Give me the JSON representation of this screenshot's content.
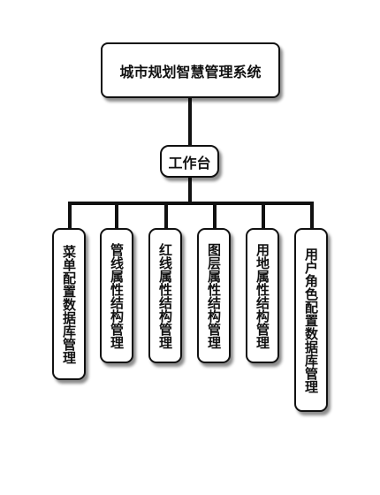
{
  "root": {
    "label": "城市规划智慧管理系统"
  },
  "hub": {
    "label": "工作台"
  },
  "leaves": [
    {
      "label": "菜单配置数据库管理"
    },
    {
      "label": "管线属性结构管理"
    },
    {
      "label": "红线属性结构管理"
    },
    {
      "label": "图层属性结构管理"
    },
    {
      "label": "用地属性结构管理"
    },
    {
      "label": "用户角色配置数据库管理"
    }
  ]
}
